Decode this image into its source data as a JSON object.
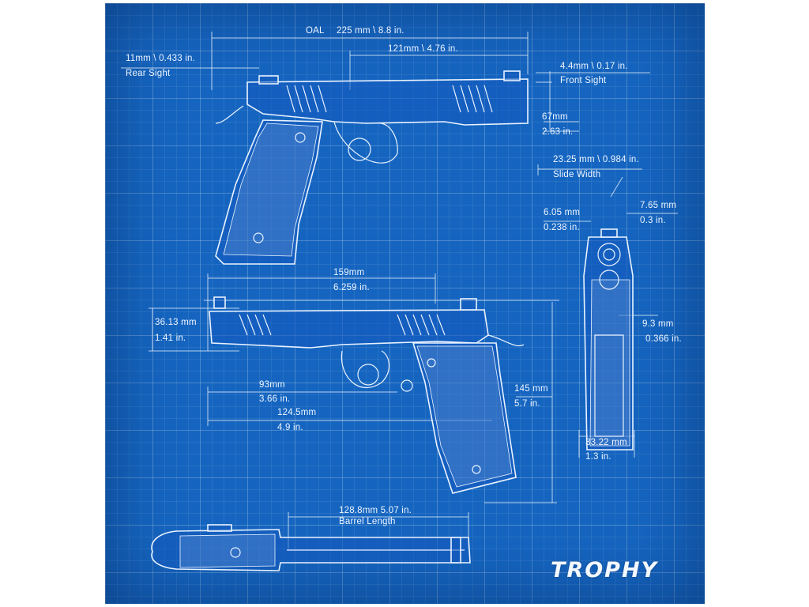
{
  "dimensions": {
    "oal_label": "OAL",
    "oal_value": "225 mm \\ 8.8 in.",
    "top_121": "121mm \\ 4.76 in.",
    "rear_sight_value": "11mm \\ 0.433 in.",
    "rear_sight_label": "Rear Sight",
    "front_sight_value": "4.4mm \\  0.17  in.",
    "front_sight_label": "Front Sight",
    "d67_mm": "67mm",
    "d67_in": "2.63 in.",
    "slide_width_value": "23.25 mm \\ 0.984 in.",
    "slide_width_label": "Slide Width",
    "d605_mm": "6.05 mm",
    "d605_in": "0.238 in.",
    "d765_mm": "7.65 mm",
    "d765_in": "0.3 in.",
    "d159_mm": "159mm",
    "d159_in": "6.259 in.",
    "d3613_mm": "36.13 mm",
    "d3613_in": "1.41 in.",
    "d93_mm": "93mm",
    "d93_in": "3.66 in.",
    "d1245_mm": "124.5mm",
    "d1245_in": "4.9 in.",
    "d145_mm": "145  mm",
    "d145_in": "5.7 in.",
    "d93b_mm": "9.3 mm",
    "d93b_in": "0.366 in.",
    "d3322_mm": "33.22 mm",
    "d3322_in": "1.3 in.",
    "barrel_value": "128.8mm 5.07 in.",
    "barrel_label": "Barrel Length"
  },
  "brand": "TROPHY",
  "colors": {
    "blueprint": "#1565c0",
    "line": "#ffffff"
  }
}
